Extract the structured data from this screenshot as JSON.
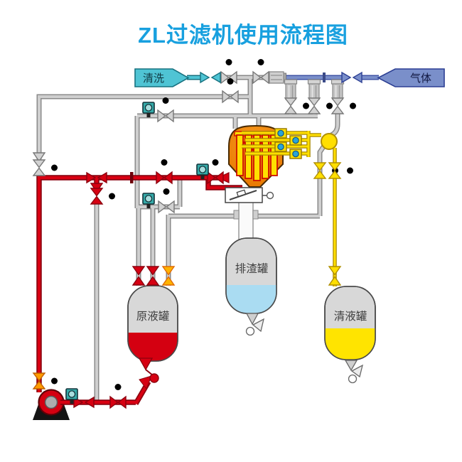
{
  "title": {
    "text": "ZL过滤机使用流程图",
    "color": "#18a0df"
  },
  "streams": {
    "wash": {
      "label": "清洗",
      "color": "#4fc4d4"
    },
    "gas": {
      "label": "气体",
      "color": "#7a8fca"
    }
  },
  "tanks": {
    "raw": {
      "label": "原液罐",
      "liquid_color": "#d40011"
    },
    "slag": {
      "label": "排渣罐",
      "liquid_color": "#aadcf2"
    },
    "clear": {
      "label": "清液罐",
      "liquid_color": "#ffe400"
    }
  },
  "equipment": {
    "filter_color": "#ef8200",
    "element_color": "#ffe000",
    "flow_indicator_color": "#2aa4d8",
    "sensor_color": "#35aaa8",
    "pump_color": "#d40011",
    "pipe_colors": {
      "slurry": "#d90012",
      "utility": "#cfcfcf",
      "filtrate": "#ffdf00",
      "gas": "#7a8fca",
      "wash": "#4fc4d4"
    }
  }
}
